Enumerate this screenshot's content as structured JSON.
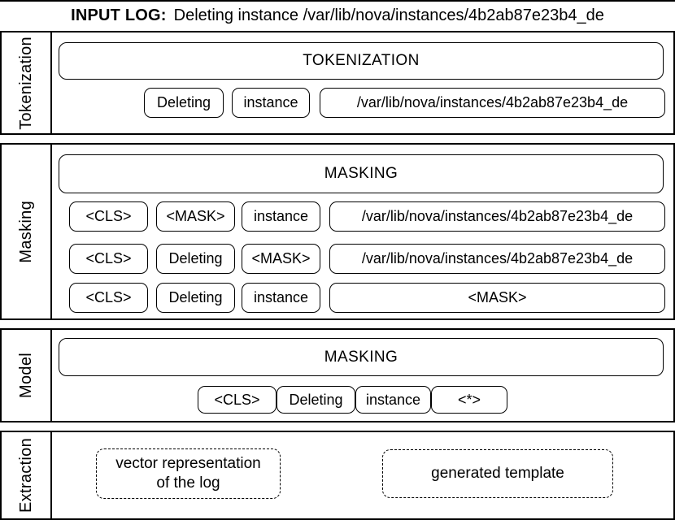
{
  "header": {
    "label": "INPUT LOG:",
    "log_text": "Deleting instance /var/lib/nova/instances/4b2ab87e23b4_de"
  },
  "sections": {
    "tokenization": {
      "label": "Tokenization",
      "stage_box": "TOKENIZATION",
      "tokens": [
        "Deleting",
        "instance",
        "/var/lib/nova/instances/4b2ab87e23b4_de"
      ]
    },
    "masking": {
      "label": "Masking",
      "stage_box": "MASKING",
      "rows": [
        {
          "tokens": [
            "<CLS>",
            "<MASK>",
            "instance",
            "/var/lib/nova/instances/4b2ab87e23b4_de"
          ]
        },
        {
          "tokens": [
            "<CLS>",
            "Deleting",
            "<MASK>",
            "/var/lib/nova/instances/4b2ab87e23b4_de"
          ]
        },
        {
          "tokens": [
            "<CLS>",
            "Deleting",
            "instance",
            "<MASK>"
          ]
        }
      ]
    },
    "model": {
      "label": "Model",
      "stage_box": "MASKING",
      "tokens": [
        "<CLS>",
        "Deleting",
        "instance",
        "<*>"
      ]
    },
    "extraction": {
      "label": "Extraction",
      "outputs": [
        "vector representation of the log",
        "generated template"
      ]
    }
  },
  "colors": {
    "background": "#ffffff",
    "border": "#000000",
    "text": "#000000"
  }
}
